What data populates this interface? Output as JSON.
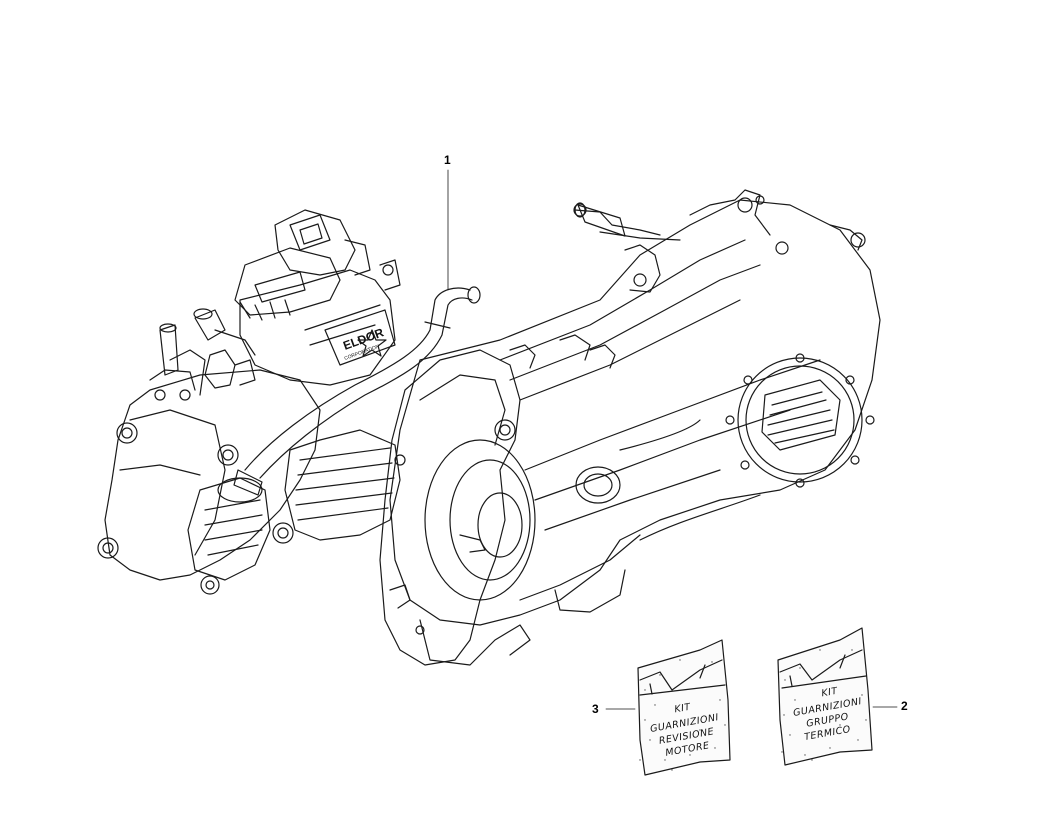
{
  "callouts": {
    "engine": "1",
    "kit_thermal_group": "2",
    "kit_engine_overhaul": "3"
  },
  "engine_label": {
    "brand_text": "ELDOR",
    "sub_text": "CORPORATION"
  },
  "kit_engine_overhaul": {
    "line1": "KIT",
    "line2": "GUARNIZIONI",
    "line3": "REVISIONE",
    "line4": "MOTORE"
  },
  "kit_thermal_group": {
    "line1": "KIT",
    "line2": "GUARNIZIONI",
    "line3": "GRUPPO",
    "line4": "TERMICO"
  },
  "colors": {
    "line": "#1a1a1a",
    "background": "#ffffff",
    "bag_speckle": "#555555"
  }
}
